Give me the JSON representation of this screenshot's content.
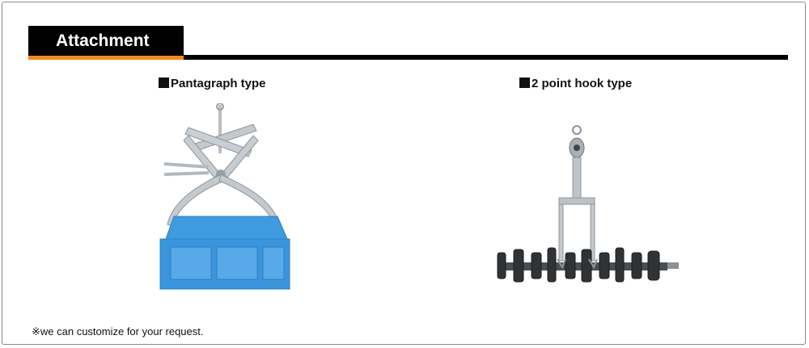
{
  "section": {
    "title": "Attachment",
    "accent_color": "#f08a1c"
  },
  "products": [
    {
      "label": "Pantagraph type",
      "icon": "pantagraph-attachment-illustration"
    },
    {
      "label": "2 point hook type",
      "icon": "two-point-hook-illustration"
    }
  ],
  "note": "※we can customize for your request."
}
